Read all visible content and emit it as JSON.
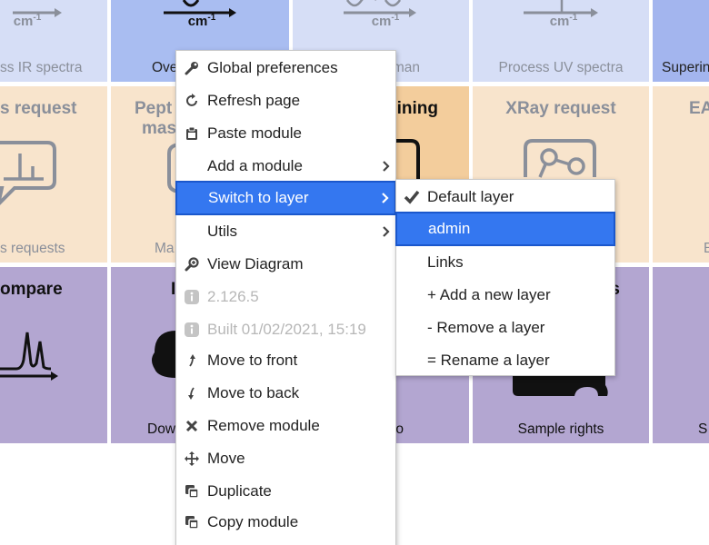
{
  "tiles": {
    "row1": [
      {
        "unit": "cm",
        "sup": "-1",
        "label": "ss IR spectra"
      },
      {
        "unit": "cm",
        "sup": "-1",
        "label": "Ove"
      },
      {
        "unit": "cm",
        "sup": "-1",
        "label": "man"
      },
      {
        "unit": "cm",
        "sup": "-1",
        "label": "Process UV spectra"
      },
      {
        "label": "Superin"
      }
    ],
    "row2": [
      {
        "title": "s request",
        "label": "s requests"
      },
      {
        "title": "Pept",
        "title2": "mas",
        "label": "Ma"
      },
      {
        "title": "ining",
        "label": ""
      },
      {
        "title": "XRay request",
        "label": ""
      },
      {
        "title": "EA",
        "label": "E"
      }
    ],
    "row3": [
      {
        "title": "ompare",
        "label": ""
      },
      {
        "title": "I",
        "label": "Dow"
      },
      {
        "title": "",
        "label": "o"
      },
      {
        "title": "s",
        "label": "Sample rights"
      },
      {
        "title": "",
        "label": "S"
      }
    ]
  },
  "context_menu": {
    "items": [
      {
        "label": "Global preferences",
        "icon": "wrench-icon"
      },
      {
        "label": "Refresh page",
        "icon": "refresh-icon"
      },
      {
        "label": "Paste module",
        "icon": "clipboard-icon"
      },
      {
        "label": "Add a module",
        "icon": "",
        "submenu": true
      },
      {
        "label": "Switch to layer",
        "icon": "",
        "submenu": true,
        "active": true
      },
      {
        "label": "Utils",
        "icon": "",
        "submenu": true
      },
      {
        "label": "View Diagram",
        "icon": "zoom-icon"
      },
      {
        "label": "2.126.5",
        "icon": "info-icon",
        "disabled": true
      },
      {
        "label": "Built 01/02/2021, 15:19",
        "icon": "info-icon",
        "disabled": true
      },
      {
        "label": "Move to front",
        "icon": "arrow-up-icon"
      },
      {
        "label": "Move to back",
        "icon": "arrow-down-icon"
      },
      {
        "label": "Remove module",
        "icon": "close-icon"
      },
      {
        "label": "Move",
        "icon": "move-icon"
      },
      {
        "label": "Duplicate",
        "icon": "duplicate-icon"
      },
      {
        "label": "Copy module",
        "icon": "copy-icon"
      }
    ]
  },
  "layer_submenu": {
    "items": [
      {
        "label": "Default layer",
        "checked": true
      },
      {
        "label": "admin",
        "active": true
      },
      {
        "label": "Links"
      },
      {
        "label": "+ Add a new layer"
      },
      {
        "label": "- Remove a layer"
      },
      {
        "label": "= Rename a layer"
      }
    ]
  },
  "colors": {
    "menu_highlight": "#3477f0",
    "tile_blue_light": "#d6def6",
    "tile_blue": "#a9bdf1",
    "tile_orange_light": "#f8e4cc",
    "tile_orange": "#f3cd9c",
    "tile_purple": "#b3a6d1"
  }
}
